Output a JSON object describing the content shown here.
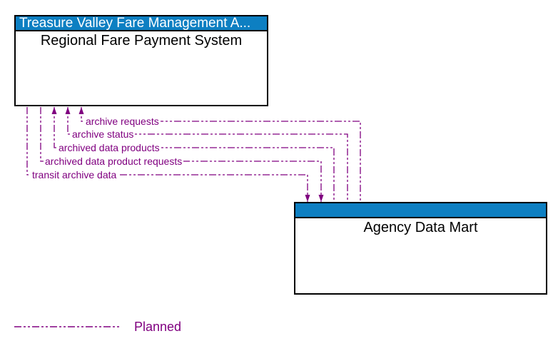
{
  "diagram": {
    "colors": {
      "flow_line": "#800080",
      "flow_label_text": "#800080",
      "title_bar_bg": "#0d7fc2",
      "title_bar_text": "#ffffff",
      "box_border": "#000000",
      "box_name_text": "#000000",
      "legend_text": "#800080"
    },
    "boxes": [
      {
        "title_bar": "Treasure Valley Fare Management A...",
        "name": "Regional Fare Payment System"
      },
      {
        "title_bar": "",
        "name": "Agency Data Mart"
      }
    ],
    "flows": [
      {
        "label": "archive requests",
        "from": "Agency Data Mart",
        "to": "Regional Fare Payment System",
        "status": "planned"
      },
      {
        "label": "archive status",
        "from": "Agency Data Mart",
        "to": "Regional Fare Payment System",
        "status": "planned"
      },
      {
        "label": "archived data products",
        "from": "Agency Data Mart",
        "to": "Regional Fare Payment System",
        "status": "planned"
      },
      {
        "label": "archived data product requests",
        "from": "Regional Fare Payment System",
        "to": "Agency Data Mart",
        "status": "planned"
      },
      {
        "label": "transit archive data",
        "from": "Regional Fare Payment System",
        "to": "Agency Data Mart",
        "status": "planned"
      }
    ],
    "legend": {
      "label": "Planned"
    }
  }
}
